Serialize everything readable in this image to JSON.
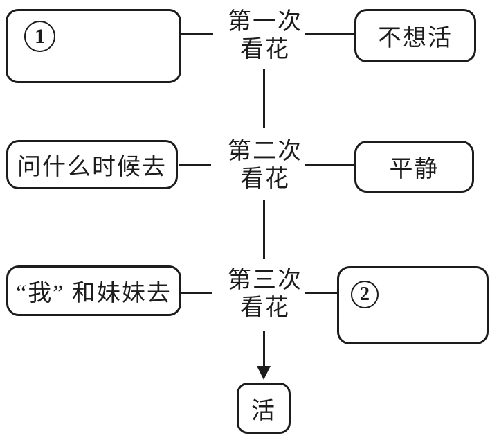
{
  "flow": {
    "rows": [
      {
        "left": {
          "marker": "1",
          "label": ""
        },
        "center": {
          "line1": "第一次",
          "line2": "看花"
        },
        "right": {
          "label": "不想活"
        }
      },
      {
        "left": {
          "label": "问什么时候去"
        },
        "center": {
          "line1": "第二次",
          "line2": "看花"
        },
        "right": {
          "label": "平静"
        }
      },
      {
        "left": {
          "label": "“我” 和妹妹去"
        },
        "center": {
          "line1": "第三次",
          "line2": "看花"
        },
        "right": {
          "marker": "2",
          "label": ""
        }
      }
    ],
    "terminal": {
      "label": "活"
    },
    "colors": {
      "ink": "#1c1c1c",
      "background": "#ffffff"
    }
  }
}
